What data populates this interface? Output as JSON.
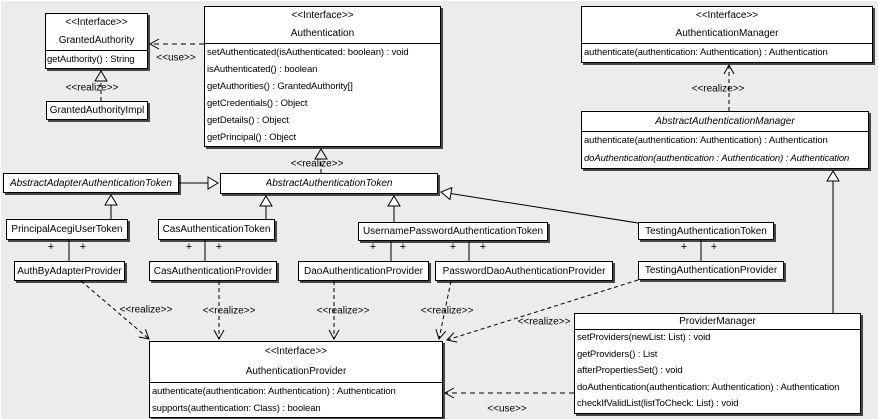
{
  "labels": {
    "realize": "<<realize>>",
    "use": "<<use>>",
    "plus": "+"
  },
  "classes": {
    "granted_authority": {
      "stereotype": "<<Interface>>",
      "name": "GrantedAuthority",
      "methods": [
        "getAuthority() : String"
      ]
    },
    "granted_authority_impl": {
      "name": "GrantedAuthorityImpl"
    },
    "authentication": {
      "stereotype": "<<Interface>>",
      "name": "Authentication",
      "methods": [
        "setAuthenticated(isAuthenticated: boolean) : void",
        "isAuthenticated() : boolean",
        "getAuthorities() : GrantedAuthority[]",
        "getCredentials() : Object",
        "getDetails() : Object",
        "getPrincipal() : Object"
      ]
    },
    "authentication_manager": {
      "stereotype": "<<Interface>>",
      "name": "AuthenticationManager",
      "methods": [
        "authenticate(authentication: Authentication) : Authentication"
      ]
    },
    "abstract_authentication_manager": {
      "name": "AbstractAuthenticationManager",
      "methods": [
        "authenticate(authentication: Authentication) : Authentication",
        "doAuthentication(authentication : Authentication) : Authentication"
      ]
    },
    "abstract_adapter_authentication_token": {
      "name": "AbstractAdapterAuthenticationToken"
    },
    "abstract_authentication_token": {
      "name": "AbstractAuthenticationToken"
    },
    "principal_acegi_user_token": {
      "name": "PrincipalAcegiUserToken"
    },
    "cas_authentication_token": {
      "name": "CasAuthenticationToken"
    },
    "username_password_authentication_token": {
      "name": "UsernamePasswordAuthenticationToken"
    },
    "testing_authentication_token": {
      "name": "TestingAuthenticationToken"
    },
    "auth_by_adapter_provider": {
      "name": "AuthByAdapterProvider"
    },
    "cas_authentication_provider": {
      "name": "CasAuthenticationProvider"
    },
    "dao_authentication_provider": {
      "name": "DaoAuthenticationProvider"
    },
    "password_dao_authentication_provider": {
      "name": "PasswordDaoAuthenticationProvider"
    },
    "testing_authentication_provider": {
      "name": "TestingAuthenticationProvider"
    },
    "authentication_provider": {
      "stereotype": "<<Interface>>",
      "name": "AuthenticationProvider",
      "methods": [
        "authenticate(authentication: Authentication) : Authentication",
        "supports(authentication: Class) : boolean"
      ]
    },
    "provider_manager": {
      "name": "ProviderManager",
      "methods": [
        "setProviders(newList: List) : void",
        "getProviders() : List",
        "afterPropertiesSet() : void",
        "doAuthentication(authentication: Authentication) : Authentication",
        "checkIfValidList(listToCheck: List) : void"
      ]
    }
  },
  "relationships": [
    {
      "from": "Authentication",
      "to": "GrantedAuthority",
      "type": "dependency",
      "label": "<<use>>"
    },
    {
      "from": "GrantedAuthorityImpl",
      "to": "GrantedAuthority",
      "type": "realize",
      "label": "<<realize>>"
    },
    {
      "from": "AbstractAuthenticationToken",
      "to": "Authentication",
      "type": "realize",
      "label": "<<realize>>"
    },
    {
      "from": "AbstractAuthenticationManager",
      "to": "AuthenticationManager",
      "type": "realize",
      "label": "<<realize>>"
    },
    {
      "from": "AbstractAdapterAuthenticationToken",
      "to": "AbstractAuthenticationToken",
      "type": "generalization"
    },
    {
      "from": "PrincipalAcegiUserToken",
      "to": "AbstractAdapterAuthenticationToken",
      "type": "generalization"
    },
    {
      "from": "CasAuthenticationToken",
      "to": "AbstractAuthenticationToken",
      "type": "generalization"
    },
    {
      "from": "UsernamePasswordAuthenticationToken",
      "to": "AbstractAuthenticationToken",
      "type": "generalization"
    },
    {
      "from": "TestingAuthenticationToken",
      "to": "AbstractAuthenticationToken",
      "type": "generalization"
    },
    {
      "from": "ProviderManager",
      "to": "AbstractAuthenticationManager",
      "type": "generalization"
    },
    {
      "from": "PrincipalAcegiUserToken",
      "to": "AuthByAdapterProvider",
      "type": "association",
      "ends": "+ +"
    },
    {
      "from": "CasAuthenticationToken",
      "to": "CasAuthenticationProvider",
      "type": "association",
      "ends": "+ +"
    },
    {
      "from": "UsernamePasswordAuthenticationToken",
      "to": "DaoAuthenticationProvider",
      "type": "association",
      "ends": "+ +"
    },
    {
      "from": "UsernamePasswordAuthenticationToken",
      "to": "PasswordDaoAuthenticationProvider",
      "type": "association",
      "ends": "+ +"
    },
    {
      "from": "TestingAuthenticationToken",
      "to": "TestingAuthenticationProvider",
      "type": "association",
      "ends": "+ +"
    },
    {
      "from": "AuthByAdapterProvider",
      "to": "AuthenticationProvider",
      "type": "realize",
      "label": "<<realize>>"
    },
    {
      "from": "CasAuthenticationProvider",
      "to": "AuthenticationProvider",
      "type": "realize",
      "label": "<<realize>>"
    },
    {
      "from": "DaoAuthenticationProvider",
      "to": "AuthenticationProvider",
      "type": "realize",
      "label": "<<realize>>"
    },
    {
      "from": "PasswordDaoAuthenticationProvider",
      "to": "AuthenticationProvider",
      "type": "realize",
      "label": "<<realize>>"
    },
    {
      "from": "TestingAuthenticationProvider",
      "to": "AuthenticationProvider",
      "type": "realize",
      "label": "<<realize>>"
    },
    {
      "from": "ProviderManager",
      "to": "AuthenticationProvider",
      "type": "dependency",
      "label": "<<use>>"
    }
  ]
}
